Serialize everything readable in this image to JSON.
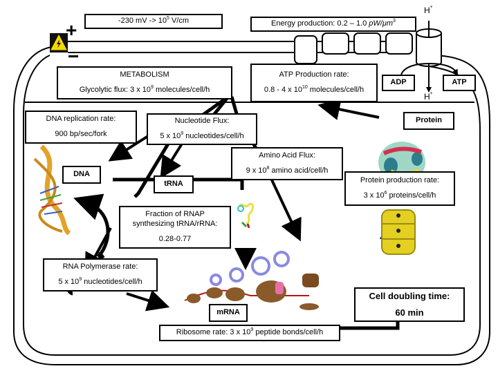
{
  "membrane": {
    "potential": {
      "prefix": "-230 mV -> 10",
      "exp": "5",
      "suffix": " V/cm"
    },
    "plus_sign": "+",
    "minus_sign": "−",
    "warning_icon": "high-voltage-icon"
  },
  "energy": {
    "prefix": "Energy production: 0.2 – 1.0 ",
    "unit": "pW/μm",
    "exp": "3"
  },
  "atp_synthase": {
    "h_plus_top": "H",
    "h_plus_bottom": "H",
    "charge": "+",
    "adp": "ADP",
    "atp": "ATP"
  },
  "metabolism": {
    "title": "METABOLISM",
    "line_prefix": "Glycolytic flux: 3 x 10",
    "exp": "9",
    "line_suffix": " molecules/cell/h"
  },
  "atp_rate": {
    "title": "ATP Production rate:",
    "line_prefix": "0.8 - 4 x 10",
    "exp": "10",
    "line_suffix": " molecules/cell/h"
  },
  "dna_replication": {
    "title": "DNA replication rate:",
    "value": "900 bp/sec/fork"
  },
  "nucleotide_flux": {
    "title": "Nucleotide Flux:",
    "line_prefix": "5 x 10",
    "exp": "9",
    "line_suffix": " nucleotides/cell/h"
  },
  "amino_acid_flux": {
    "title": "Amino Acid Flux:",
    "line_prefix": "9 x 10",
    "exp": "8",
    "line_suffix": " amino acid/cell/h"
  },
  "protein": {
    "label": "Protein"
  },
  "protein_rate": {
    "title": "Protein production rate:",
    "line_prefix": "3 x 10",
    "exp": "6",
    "line_suffix": " proteins/cell/h"
  },
  "dna": {
    "label": "DNA"
  },
  "trna": {
    "label": "tRNA"
  },
  "rnap_fraction": {
    "line1": "Fraction of RNAP",
    "line2": "synthesizing tRNA/rRNA:",
    "value": "0.28-0.77"
  },
  "rnap_rate": {
    "title": "RNA Polymerase rate:",
    "line_prefix": "5 x 10",
    "exp": "9",
    "line_suffix": " nucleotides/cell/h"
  },
  "mrna": {
    "label": "mRNA"
  },
  "ribosome_rate": {
    "line_prefix": "Ribosome rate: 3 x 10",
    "exp": "9",
    "line_suffix": " peptide bonds/cell/h"
  },
  "doubling": {
    "title": "Cell doubling time:",
    "value": "60 min"
  }
}
